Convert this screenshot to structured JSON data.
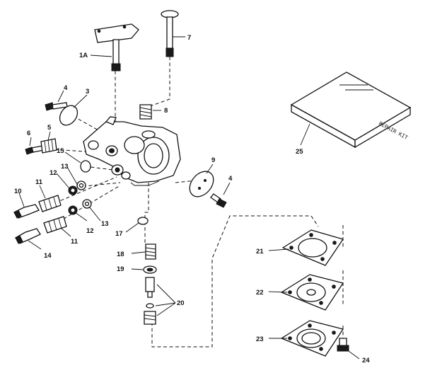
{
  "labels": {
    "l1A": "1A",
    "l3": "3",
    "l4a": "4",
    "l4b": "4",
    "l5": "5",
    "l6": "6",
    "l7": "7",
    "l8": "8",
    "l9": "9",
    "l10": "10",
    "l11a": "11",
    "l11b": "11",
    "l12a": "12",
    "l12b": "12",
    "l13a": "13",
    "l13b": "13",
    "l14": "14",
    "l15": "15",
    "l17": "17",
    "l18": "18",
    "l19": "19",
    "l20": "20",
    "l21": "21",
    "l22": "22",
    "l23": "23",
    "l24": "24",
    "l25": "25"
  },
  "repair_kit_text": "REPAIR KIT"
}
